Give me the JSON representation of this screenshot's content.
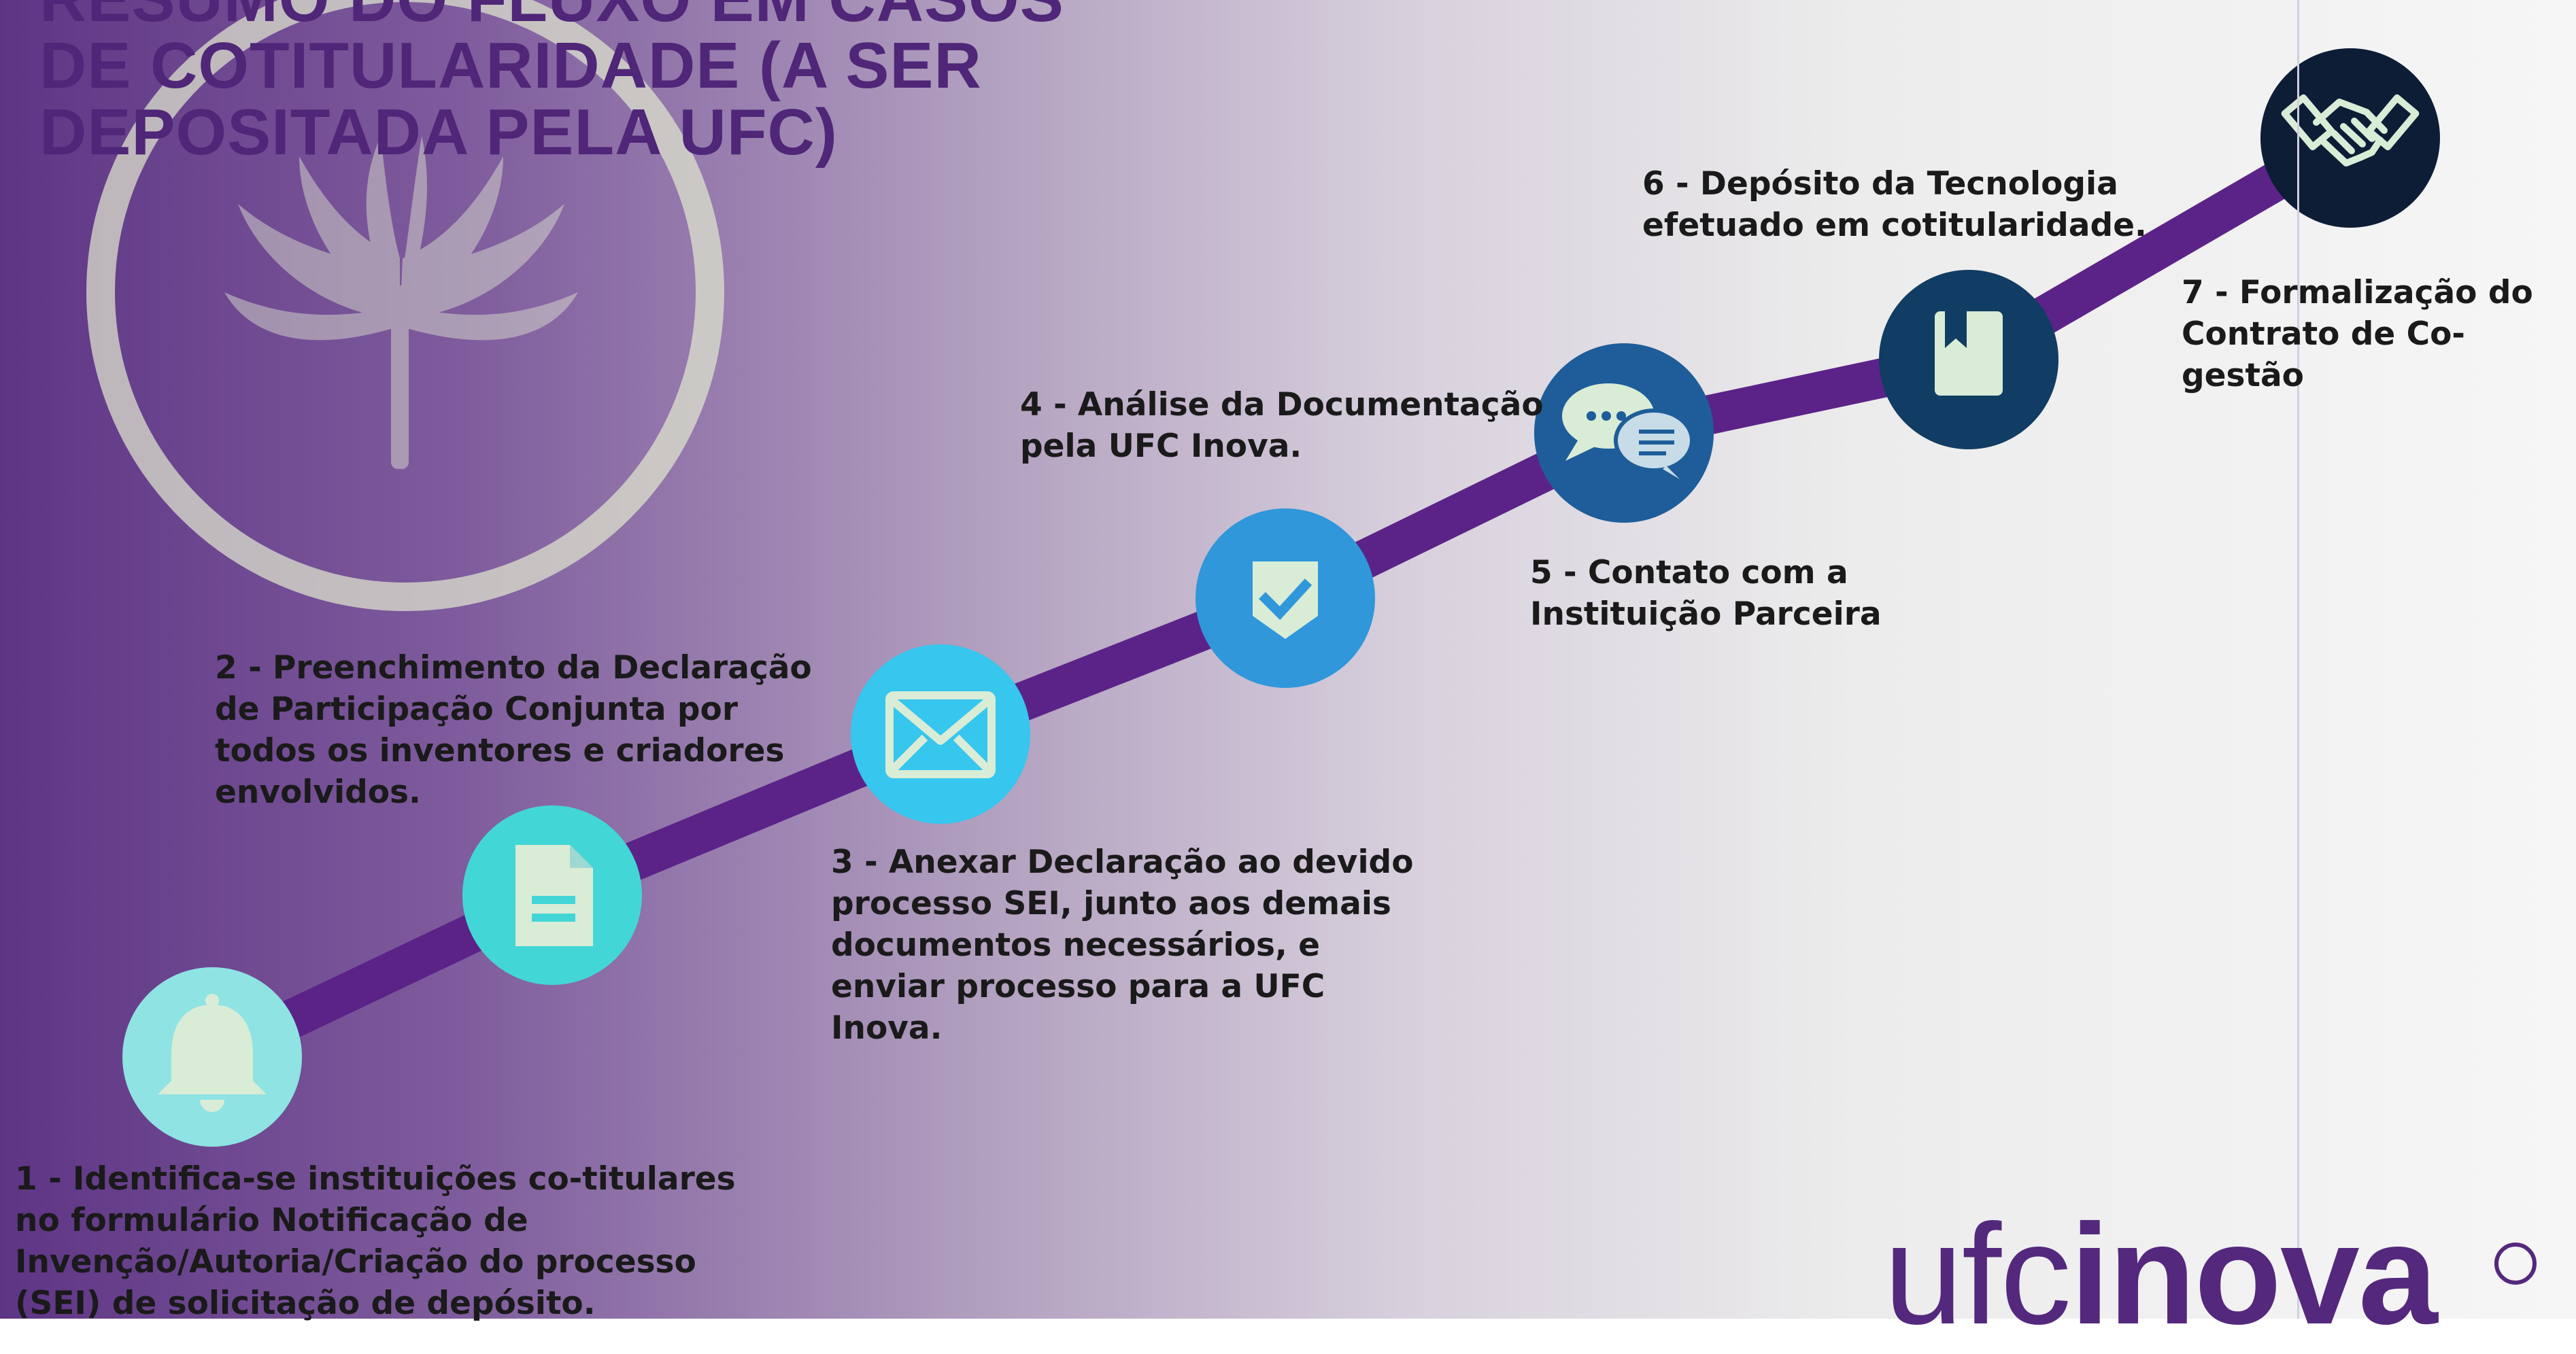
{
  "title": "RESUMO DO FLUXO EM CASOS\nDE COTITULARIDADE (A SER\nDEPOSITADA PELA UFC)",
  "steps": [
    {
      "text": "1 - Identifica-se instituições co-titulares\nno formulário Notificação de\nInvenção/Autoria/Criação do processo\n(SEI) de solicitação de depósito.",
      "icon": "bell-icon",
      "color": "#8fe3e3"
    },
    {
      "text": "2 - Preenchimento da Declaração\nde Participação Conjunta por\ntodos os inventores e criadores\nenvolvidos.",
      "icon": "document-icon",
      "color": "#43d6d6"
    },
    {
      "text": "3 - Anexar Declaração ao devido\nprocesso SEI, junto aos demais\ndocumentos necessários, e\nenviar processo para a UFC\nInova.",
      "icon": "envelope-icon",
      "color": "#36c6ee"
    },
    {
      "text": "4 - Análise da Documentação\npela UFC Inova.",
      "icon": "shield-check-icon",
      "color": "#2f97da"
    },
    {
      "text": "5 - Contato com a\nInstituição Parceira",
      "icon": "chat-bubbles-icon",
      "color": "#1e5d99"
    },
    {
      "text": "6 - Depósito da Tecnologia\nefetuado em cotitularidade.",
      "icon": "book-icon",
      "color": "#113c63"
    },
    {
      "text": "7 - Formalização do\nContrato de Co-gestão",
      "icon": "handshake-icon",
      "color": "#0d1d36"
    }
  ],
  "logo": {
    "light": "ufc",
    "bold": "inova"
  },
  "colors": {
    "path": "#5b2388",
    "title": "#4f2678",
    "icon_fill": "#d9ecd6"
  }
}
